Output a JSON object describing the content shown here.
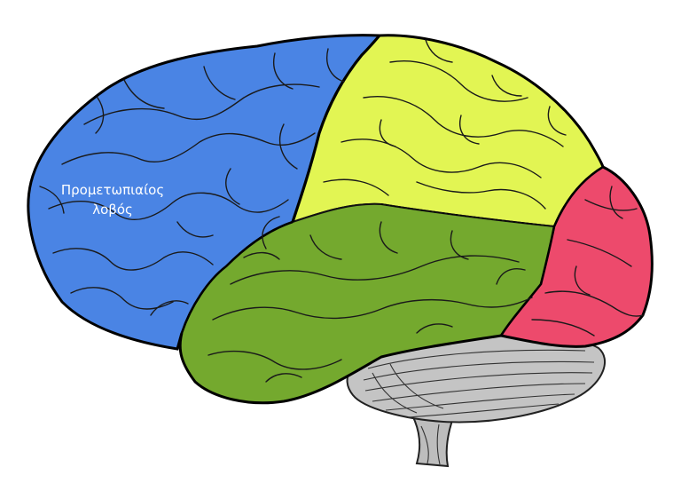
{
  "labels": {
    "frontal_line1": "Προμετωπιαίος",
    "frontal_line2": "λοβός"
  },
  "regions": [
    {
      "name": "frontal-lobe",
      "color": "#4a84e4"
    },
    {
      "name": "parietal-lobe",
      "color": "#e2f553"
    },
    {
      "name": "temporal-lobe",
      "color": "#74a92e"
    },
    {
      "name": "occipital-lobe",
      "color": "#ed4a6c"
    },
    {
      "name": "cerebellum",
      "color": "#c4c4c4"
    },
    {
      "name": "brainstem",
      "color": "#bdbdbd"
    }
  ]
}
